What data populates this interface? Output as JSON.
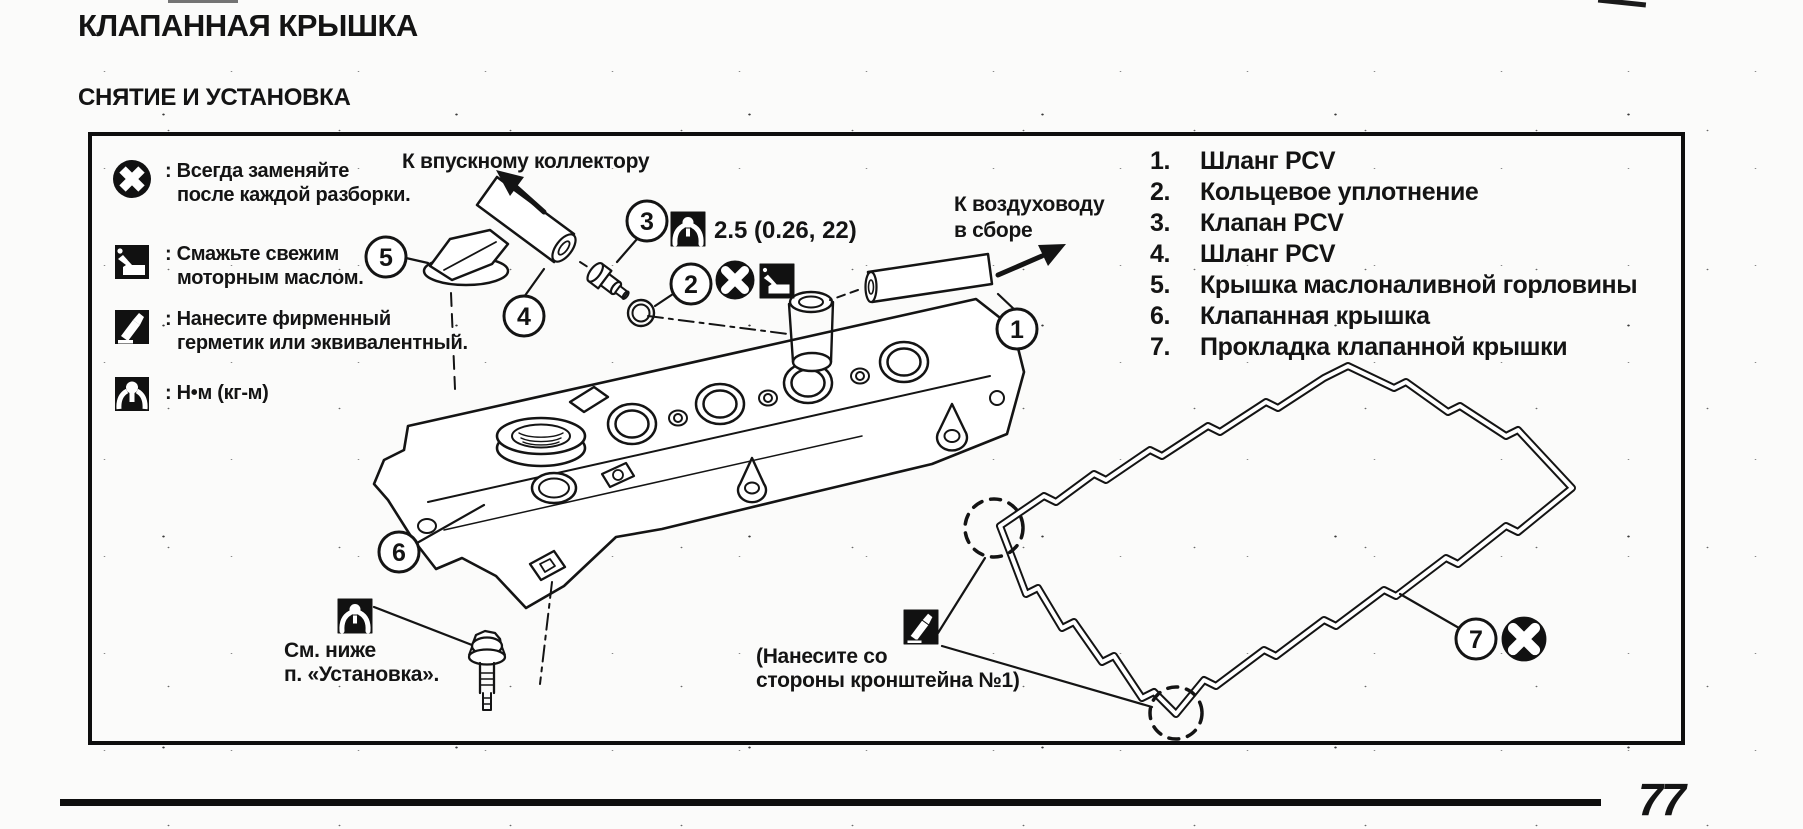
{
  "page": {
    "title": "КЛАПАННАЯ КРЫШКА",
    "subtitle": "СНЯТИЕ И УСТАНОВКА",
    "page_number": "77"
  },
  "legend": {
    "items": [
      {
        "icon": "replace-icon",
        "line1": ": Всегда заменяйте",
        "line2": "после каждой разборки."
      },
      {
        "icon": "oil-icon",
        "line1": ": Смажьте свежим",
        "line2": "моторным маслом."
      },
      {
        "icon": "sealant-icon",
        "line1": ": Нанесите фирменный",
        "line2": "герметик или эквивалентный."
      },
      {
        "icon": "torque-icon",
        "line1": ": Н•м  (кг-м)",
        "line2": ""
      }
    ]
  },
  "parts_list": {
    "items": [
      {
        "num": "1.",
        "label": "Шланг PCV"
      },
      {
        "num": "2.",
        "label": "Кольцевое уплотнение"
      },
      {
        "num": "3.",
        "label": "Клапан PCV"
      },
      {
        "num": "4.",
        "label": "Шланг PCV"
      },
      {
        "num": "5.",
        "label": "Крышка маслоналивной горловины"
      },
      {
        "num": "6.",
        "label": "Клапанная крышка"
      },
      {
        "num": "7.",
        "label": "Прокладка клапанной крышки"
      }
    ]
  },
  "diagram": {
    "torque_spec": "2.5 (0.26, 22)",
    "labels": {
      "to_intake": "К впускному коллектору",
      "to_air_duct_1": "К воздуховоду",
      "to_air_duct_2": "в сборе",
      "see_below_1": "См. ниже",
      "see_below_2": "п. «Установка».",
      "apply_note_1": "(Нанесите со",
      "apply_note_2": "стороны кронштейна №1)"
    },
    "callouts": [
      "1",
      "2",
      "3",
      "4",
      "5",
      "6",
      "7"
    ]
  }
}
